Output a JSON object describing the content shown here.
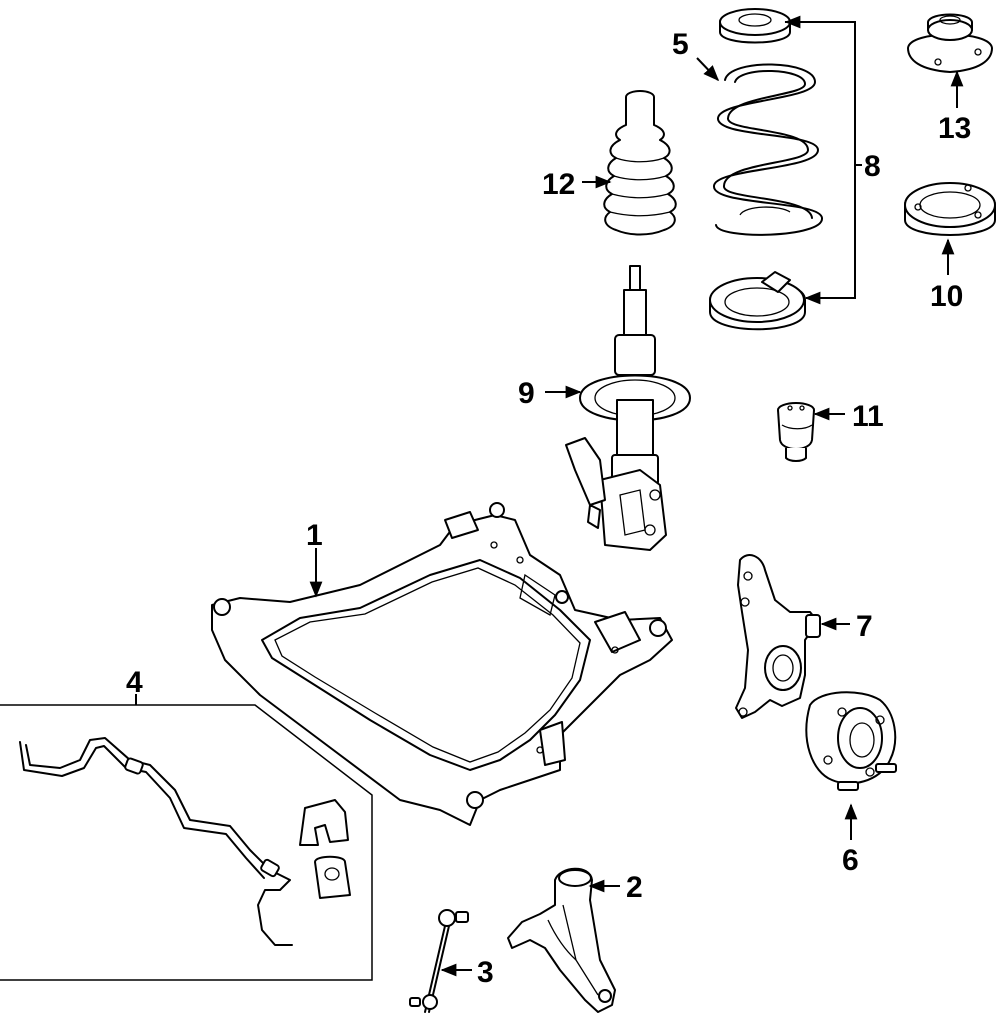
{
  "callouts": [
    {
      "id": "1",
      "part": "front-crossmember"
    },
    {
      "id": "2",
      "part": "lower-control-arm"
    },
    {
      "id": "3",
      "part": "stabilizer-link"
    },
    {
      "id": "4",
      "part": "stabilizer-bar-kit"
    },
    {
      "id": "5",
      "part": "coil-spring"
    },
    {
      "id": "6",
      "part": "wheel-hub-assembly"
    },
    {
      "id": "7",
      "part": "steering-knuckle"
    },
    {
      "id": "8",
      "part": "spring-assembly-bracket"
    },
    {
      "id": "9",
      "part": "strut"
    },
    {
      "id": "10",
      "part": "upper-mount"
    },
    {
      "id": "11",
      "part": "bump-stop"
    },
    {
      "id": "12",
      "part": "dust-boot"
    },
    {
      "id": "13",
      "part": "strut-mount"
    }
  ]
}
